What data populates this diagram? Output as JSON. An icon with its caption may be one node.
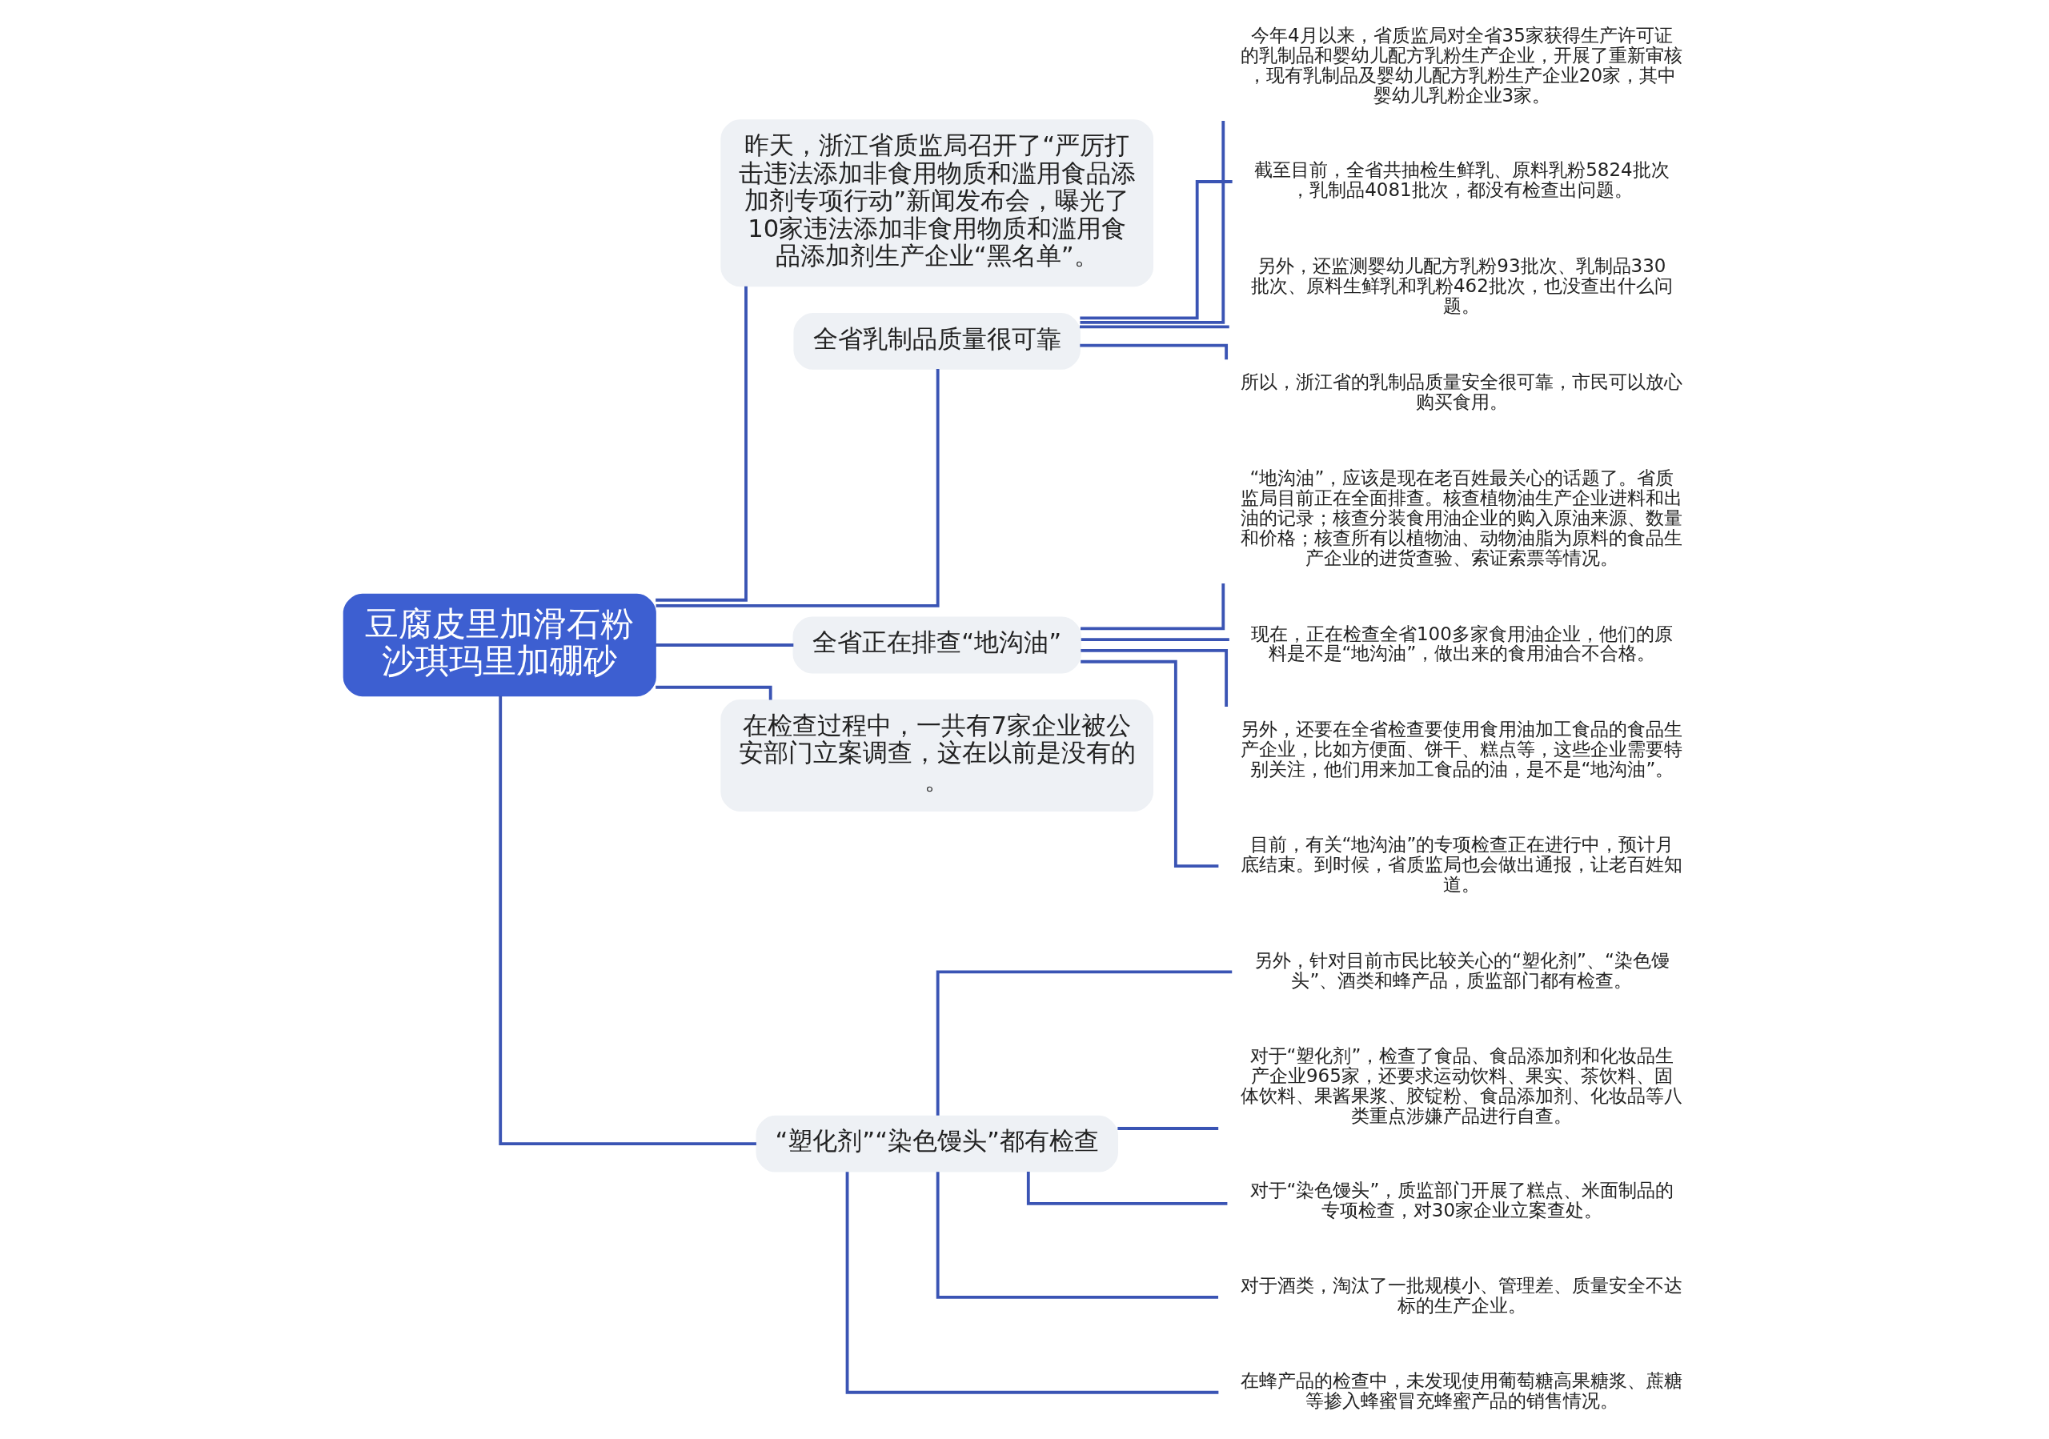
{
  "diagram": {
    "nodes": [
      {
        "text": [
          "豆腐皮里加滑石粉沙琪玛里加硼砂"
        ]
      },
      {
        "text": [
          "昨天，浙江省质监局召开了“严厉打击违法添加非食用物质和滥用食品添加剂专项行动”新闻发布会，曝光了10家违法添加非食用物质和滥用食品添加剂生产企业“黑名单”。"
        ]
      },
      {
        "text": [
          "全省乳制品质量很可靠"
        ]
      },
      {
        "text": [
          "今年4月以来，省质监局对全省35家获得生产许可证的乳制品和婴幼儿配方乳粉生产企业，开展了重新审核，现有乳制品及婴幼儿配方乳粉生产企业20家，其中婴幼儿乳粉企业3家。"
        ]
      },
      {
        "text": [
          "截至目前，全省共抽检生鲜乳、原料乳粉5824批次，乳制品4081批次，都没有检查出问题。"
        ]
      },
      {
        "text": [
          "另外，还监测婴幼儿配方乳粉93批次、乳制品330批次、原料生鲜乳和乳粉462批次，也没查出什么问题。"
        ]
      },
      {
        "text": [
          "所以，浙江省的乳制品质量安全很可靠，市民可以放心购买食用。"
        ]
      },
      {
        "text": [
          "全省正在排查“地沟油”"
        ]
      },
      {
        "text": [
          "“地沟油”，应该是现在老百姓最关心的话题了。省质监局目前正在全面排查。核查植物油生产企业进料和出油的记录；核查分装食用油企业的购入原油来源、数量和价格；核查所有以植物油、动物油脂为原料的食品生产企业的进货查验、索证索票等情况。"
        ]
      },
      {
        "text": [
          "现在，正在检查全省100多家食用油企业，他们的原料是不是“地沟油”，做出来的食用油合不合格。"
        ]
      },
      {
        "text": [
          "另外，还要在全省检查要使用食用油加工食品的食品生产企业，比如方便面、饼干、糕点等，这些企业需要特别关注，他们用来加工食品的油，是不是“地沟油”。"
        ]
      },
      {
        "text": [
          "目前，有关“地沟油”的专项检查正在进行中，预计月底结束。到时候，省质监局也会做出通报，让老百姓知道。"
        ]
      },
      {
        "text": [
          "在检查过程中，一共有7家企业被公安部门立案调查，这在以前是没有的。"
        ]
      },
      {
        "text": [
          "“塑化剂”“染色馒头”都有检查"
        ]
      },
      {
        "text": [
          "另外，针对目前市民比较关心的“塑化剂”、“染色馒头”、酒类和蜂产品，质监部门都有检查。"
        ]
      },
      {
        "text": [
          "对于“塑化剂”，检查了食品、食品添加剂和化妆品生产企业965家，还要求运动饮料、果实、茶饮料、固体饮料、果酱果浆、胶锭粉、食品添加剂、化妆品等八类重点涉嫌产品进行自查。"
        ]
      },
      {
        "text": [
          "对于“染色馒头”，质监部门开展了糕点、米面制品的专项检查，对30家企业立案查处。"
        ]
      },
      {
        "text": [
          "对于酒类，淘汰了一批规模小、管理差、质量安全不达标的生产企业。"
        ]
      },
      {
        "text": [
          "在蜂产品的检查中，未发现使用葡萄糖高果糖浆、蔗糖等掺入蜂蜜冒充蜂蜜产品的销售情况。"
        ]
      }
    ],
    "edges": [
      {
        "from": 0,
        "to": 1,
        "arrow": "none"
      },
      {
        "from": 0,
        "to": 2,
        "arrow": "none"
      },
      {
        "from": 2,
        "to": 3,
        "arrow": "none"
      },
      {
        "from": 2,
        "to": 4,
        "arrow": "none"
      },
      {
        "from": 2,
        "to": 5,
        "arrow": "none"
      },
      {
        "from": 2,
        "to": 6,
        "arrow": "none"
      },
      {
        "from": 0,
        "to": 7,
        "arrow": "none"
      },
      {
        "from": 7,
        "to": 8,
        "arrow": "none"
      },
      {
        "from": 7,
        "to": 9,
        "arrow": "none"
      },
      {
        "from": 7,
        "to": 10,
        "arrow": "none"
      },
      {
        "from": 7,
        "to": 11,
        "arrow": "none"
      },
      {
        "from": 0,
        "to": 12,
        "arrow": "none"
      },
      {
        "from": 0,
        "to": 13,
        "arrow": "none"
      },
      {
        "from": 13,
        "to": 14,
        "arrow": "none"
      },
      {
        "from": 13,
        "to": 15,
        "arrow": "none"
      },
      {
        "from": 13,
        "to": 16,
        "arrow": "none"
      },
      {
        "from": 13,
        "to": 17,
        "arrow": "none"
      },
      {
        "from": 13,
        "to": 18,
        "arrow": "none"
      }
    ]
  }
}
